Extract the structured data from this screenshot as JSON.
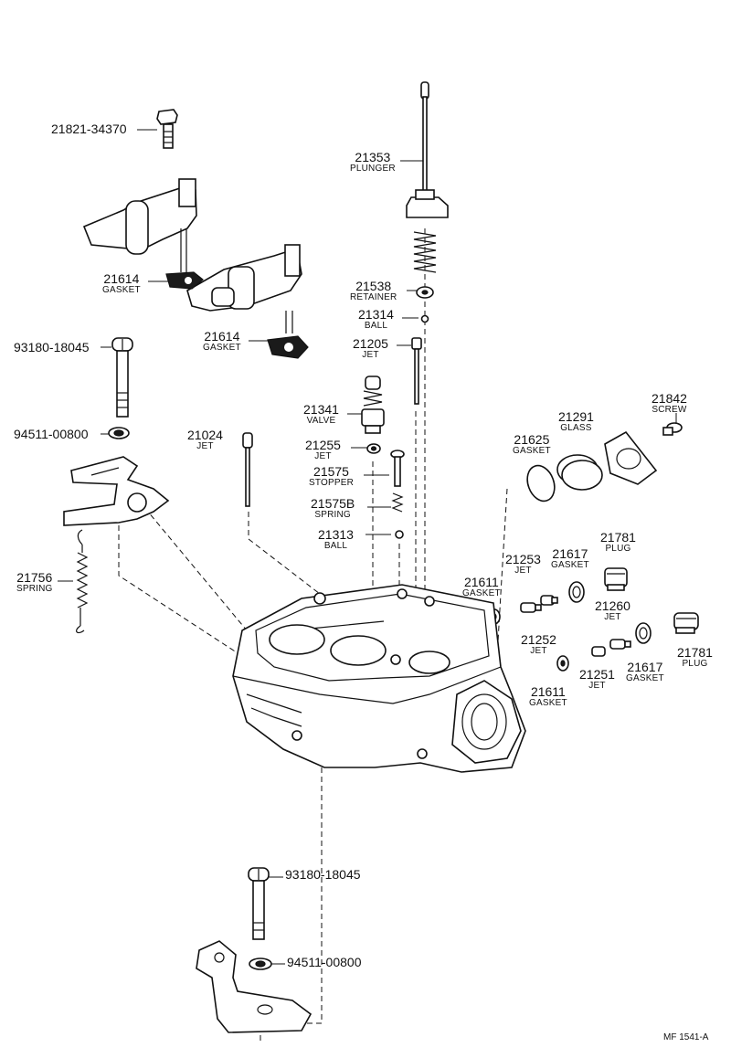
{
  "labels": [
    {
      "num": "21821-34370",
      "name": ""
    },
    {
      "num": "21614",
      "name": "GASKET"
    },
    {
      "num": "21614",
      "name": "GASKET"
    },
    {
      "num": "93180-18045",
      "name": ""
    },
    {
      "num": "94511-00800",
      "name": ""
    },
    {
      "num": "21024",
      "name": "JET"
    },
    {
      "num": "21756",
      "name": "SPRING"
    },
    {
      "num": "21353",
      "name": "PLUNGER"
    },
    {
      "num": "21538",
      "name": "RETAINER"
    },
    {
      "num": "21314",
      "name": "BALL"
    },
    {
      "num": "21205",
      "name": "JET"
    },
    {
      "num": "21341",
      "name": "VALVE"
    },
    {
      "num": "21255",
      "name": "JET"
    },
    {
      "num": "21575",
      "name": "STOPPER"
    },
    {
      "num": "21575B",
      "name": "SPRING"
    },
    {
      "num": "21313",
      "name": "BALL"
    },
    {
      "num": "21625",
      "name": "GASKET"
    },
    {
      "num": "21291",
      "name": "GLASS"
    },
    {
      "num": "21842",
      "name": "SCREW"
    },
    {
      "num": "21781",
      "name": "PLUG"
    },
    {
      "num": "21617",
      "name": "GASKET"
    },
    {
      "num": "21253",
      "name": "JET"
    },
    {
      "num": "21611",
      "name": "GASKET"
    },
    {
      "num": "21260",
      "name": "JET"
    },
    {
      "num": "21781",
      "name": "PLUG"
    },
    {
      "num": "21252",
      "name": "JET"
    },
    {
      "num": "21251",
      "name": "JET"
    },
    {
      "num": "21617",
      "name": "GASKET"
    },
    {
      "num": "21611",
      "name": "GASKET"
    },
    {
      "num": "93180-18045",
      "name": ""
    },
    {
      "num": "94511-00800",
      "name": ""
    }
  ],
  "footer": "MF 1541-A"
}
